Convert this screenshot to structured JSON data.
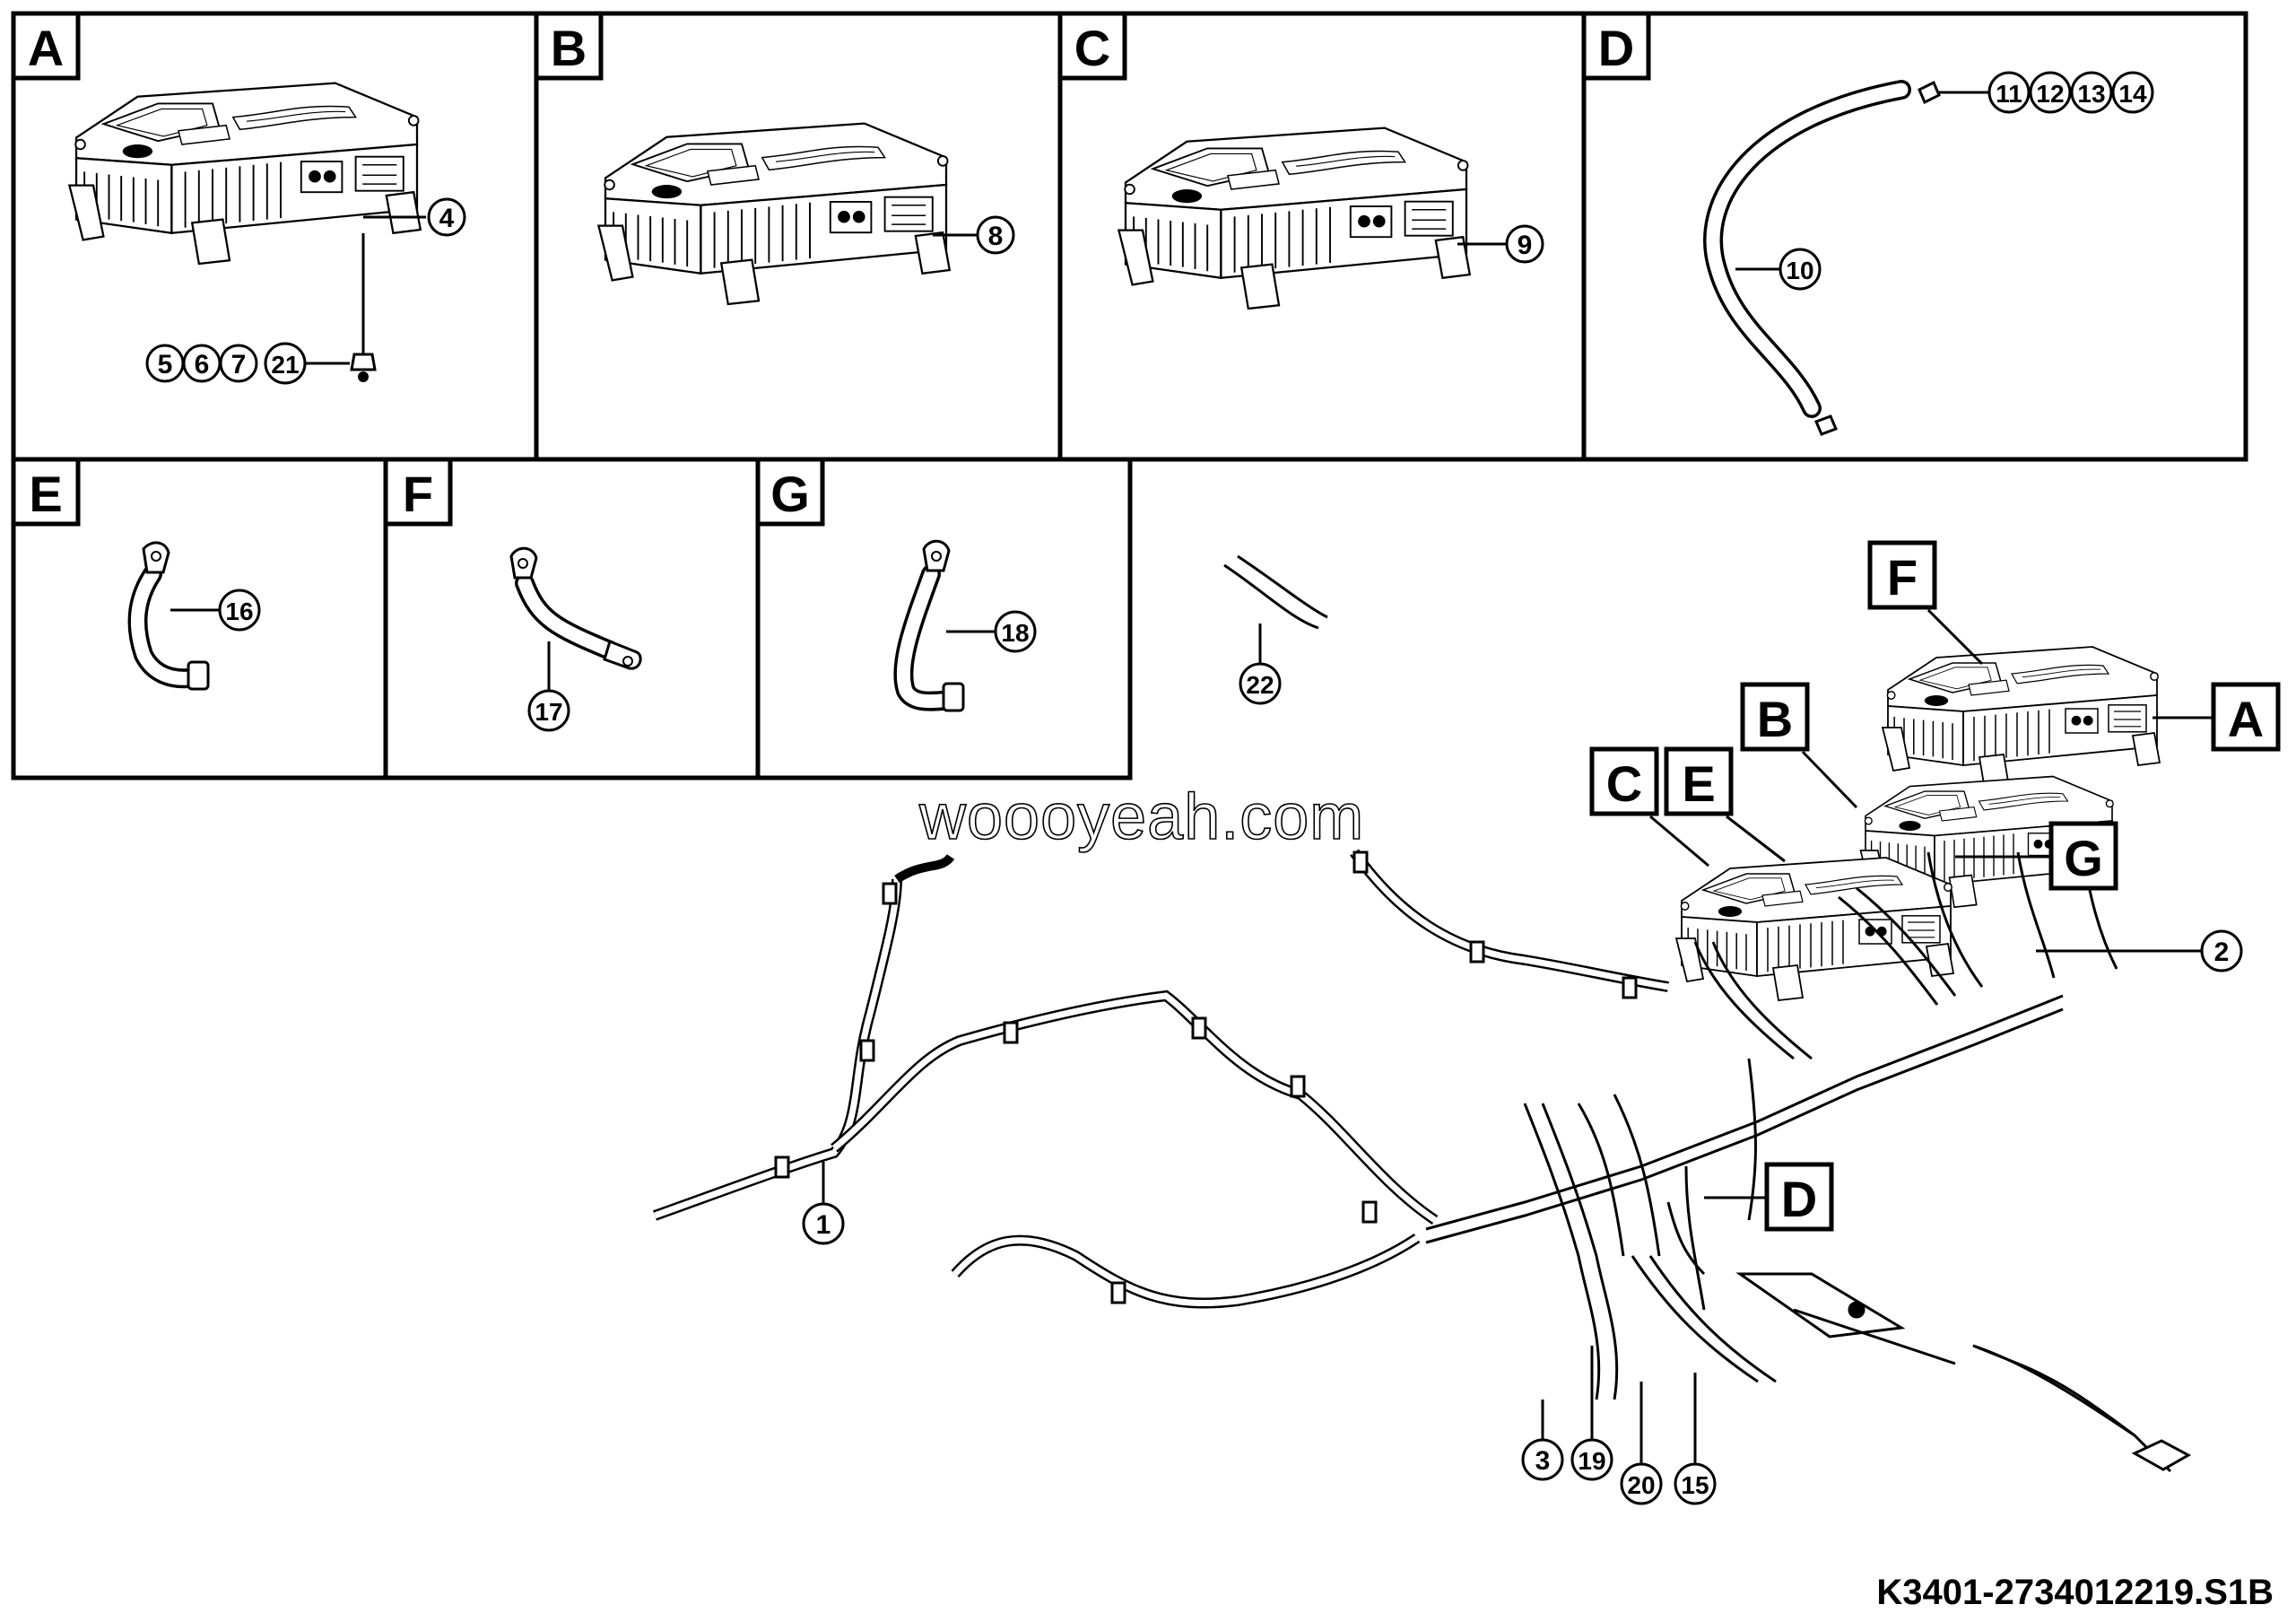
{
  "panels": [
    {
      "letter": "A",
      "callouts": [
        "4",
        "5",
        "6",
        "7",
        "21"
      ]
    },
    {
      "letter": "B",
      "callouts": [
        "8"
      ]
    },
    {
      "letter": "C",
      "callouts": [
        "9"
      ]
    },
    {
      "letter": "D",
      "callouts": [
        "10",
        "11",
        "12",
        "13",
        "14"
      ]
    },
    {
      "letter": "E",
      "callouts": [
        "16"
      ]
    },
    {
      "letter": "F",
      "callouts": [
        "17"
      ]
    },
    {
      "letter": "G",
      "callouts": [
        "18"
      ]
    }
  ],
  "loose_callouts": [
    "22"
  ],
  "assembly": {
    "letters": [
      "F",
      "A",
      "B",
      "C",
      "E",
      "G",
      "D"
    ],
    "callouts": [
      "1",
      "2",
      "3",
      "19",
      "20",
      "15"
    ]
  },
  "watermark": "woooyeah.com",
  "document_id": "K3401-2734012219.S1B"
}
